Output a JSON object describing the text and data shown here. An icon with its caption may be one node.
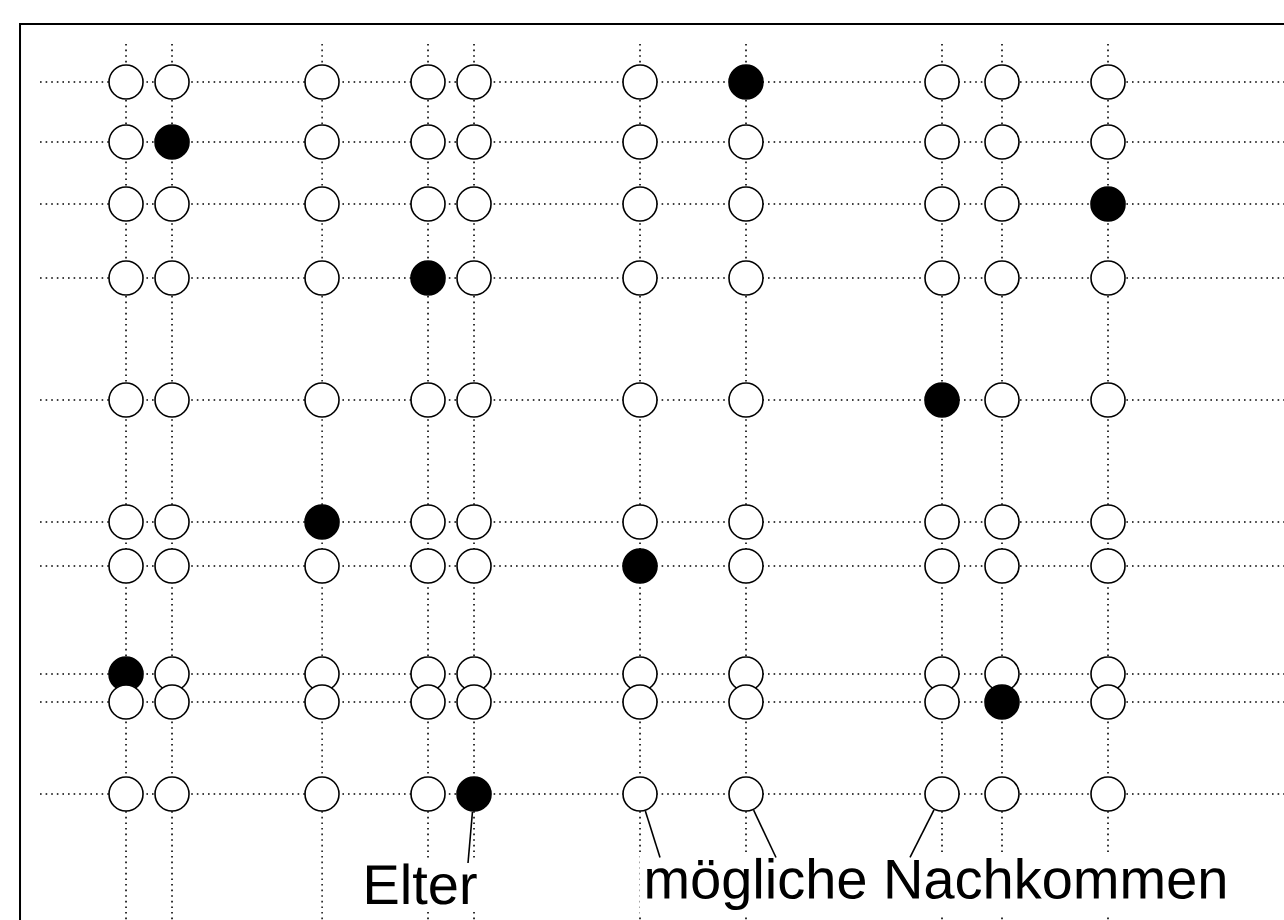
{
  "diagram": {
    "nodes": [
      {
        "text": [
          "Elter"
        ]
      },
      {
        "text": [
          "mögliche Nachkommen"
        ]
      },
      {
        "text": [],
        "shape": "circle"
      },
      {
        "text": [],
        "shape": "circle"
      },
      {
        "text": [],
        "shape": "circle"
      },
      {
        "text": [],
        "shape": "circle"
      }
    ],
    "edges": [
      {
        "from": 0,
        "to": 2,
        "arrow": "none"
      },
      {
        "from": 1,
        "to": 3,
        "arrow": "none"
      },
      {
        "from": 1,
        "to": 4,
        "arrow": "none"
      },
      {
        "from": 1,
        "to": 5,
        "arrow": "none"
      }
    ]
  }
}
